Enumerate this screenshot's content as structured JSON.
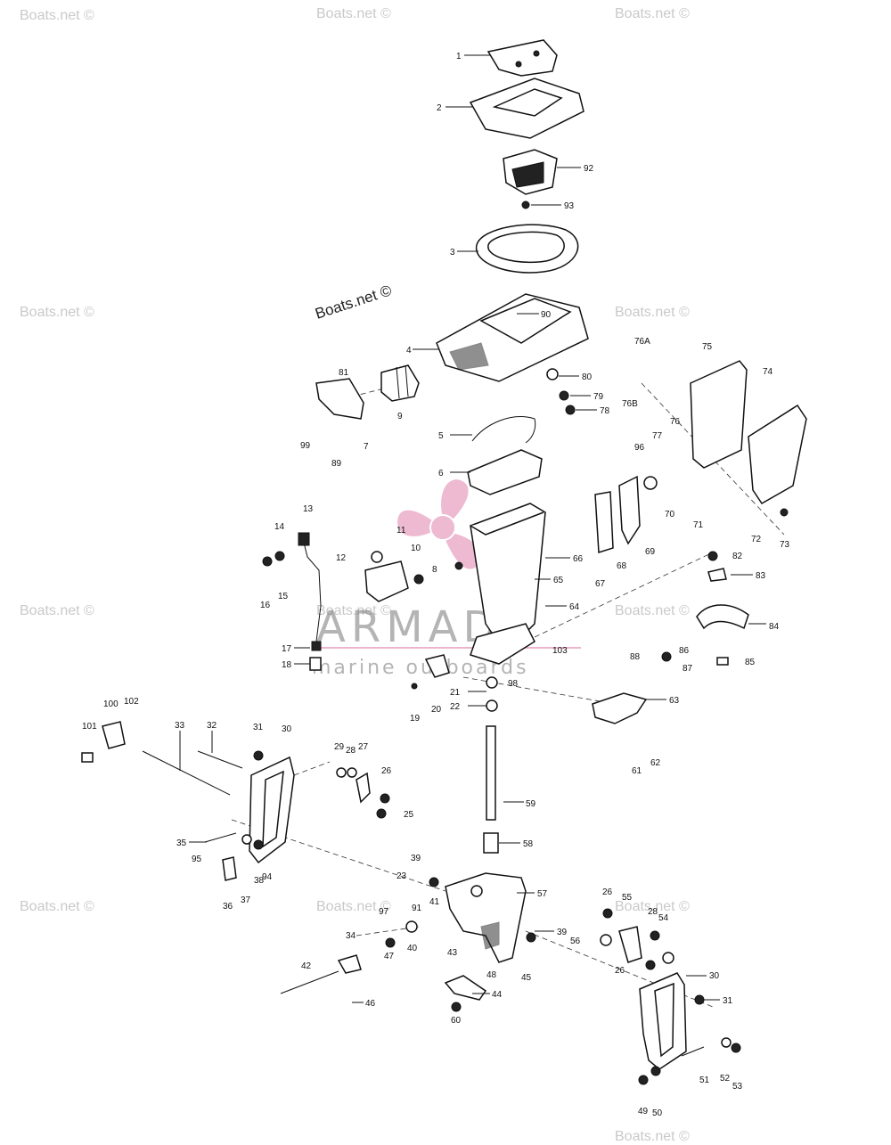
{
  "watermarks": {
    "light": [
      "Boats.net ©",
      "Boats.net ©",
      "Boats.net ©",
      "Boats.net ©",
      "Boats.net ©",
      "Boats.net ©",
      "Boats.net ©",
      "Boats.net ©",
      "Boats.net ©",
      "Boats.net ©",
      "Boats.net ©",
      "Boats.net ©"
    ],
    "dark": "Boats.net ©"
  },
  "brand": {
    "name": "ARMADA",
    "tagline": "marine outboards",
    "logo_color": "#e8a3c4"
  },
  "labels": [
    "1",
    "2",
    "92",
    "93",
    "3",
    "90",
    "4",
    "80",
    "79",
    "78",
    "81",
    "9",
    "99",
    "89",
    "7",
    "5",
    "6",
    "13",
    "14",
    "16",
    "15",
    "12",
    "11",
    "10",
    "8",
    "66",
    "65",
    "64",
    "17",
    "18",
    "103",
    "98",
    "19",
    "20",
    "21",
    "22",
    "76A",
    "75",
    "74",
    "76B",
    "76",
    "77",
    "96",
    "70",
    "71",
    "72",
    "73",
    "67",
    "68",
    "69",
    "82",
    "83",
    "84",
    "86",
    "87",
    "88",
    "85",
    "63",
    "61",
    "62",
    "100",
    "102",
    "101",
    "33",
    "32",
    "31",
    "30",
    "29",
    "28",
    "27",
    "26",
    "25",
    "35",
    "95",
    "94",
    "38",
    "36",
    "37",
    "39",
    "23",
    "59",
    "58",
    "57",
    "97",
    "91",
    "41",
    "40",
    "34",
    "47",
    "43",
    "42",
    "48",
    "45",
    "46",
    "44",
    "60",
    "26",
    "55",
    "28",
    "54",
    "56",
    "26",
    "39",
    "30",
    "31",
    "51",
    "52",
    "53",
    "49",
    "50"
  ]
}
